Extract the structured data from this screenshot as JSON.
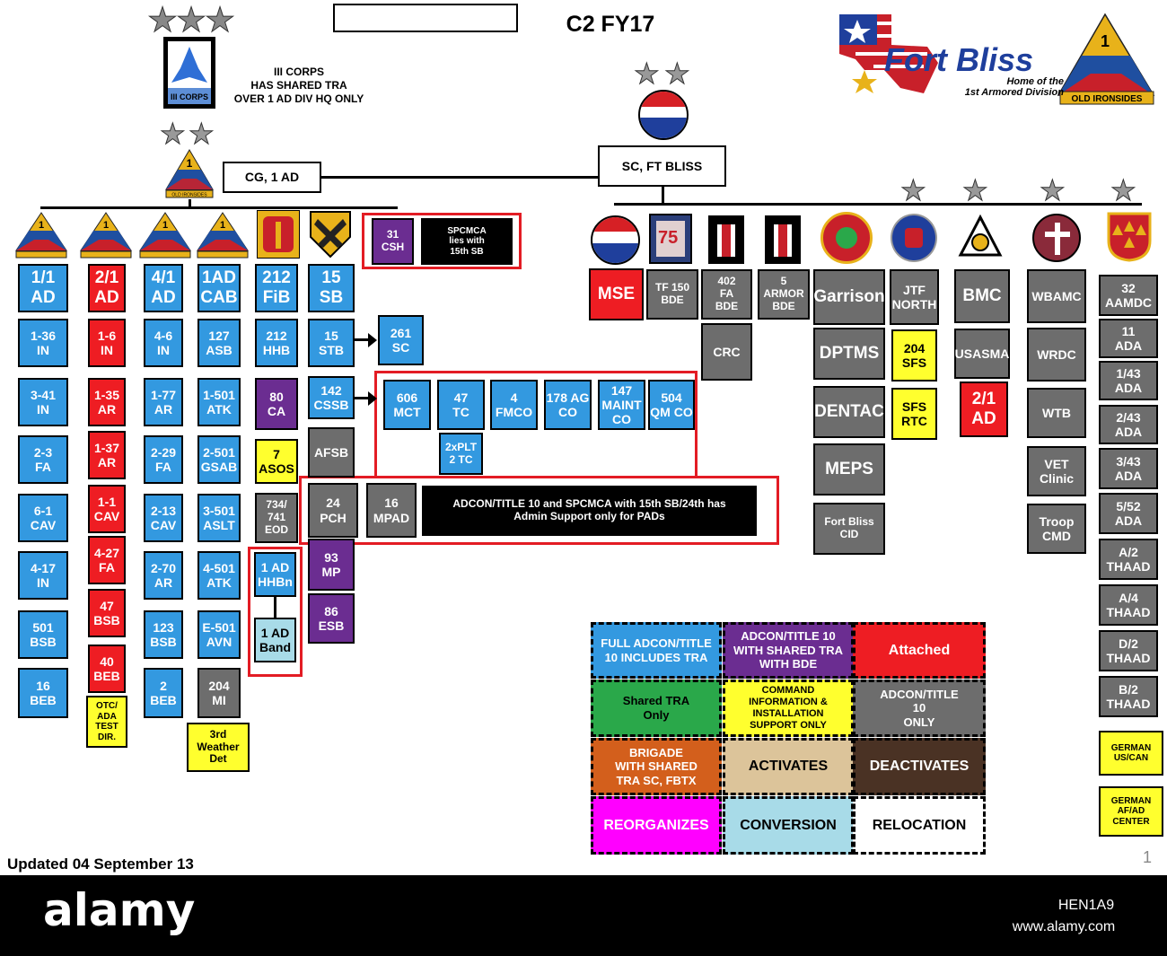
{
  "header": {
    "title": "C2 FY17",
    "updated": "Updated 04 September 13",
    "page_number": "1",
    "corps_note": "III CORPS\nHAS SHARED TRA\nOVER 1 AD DIV HQ ONLY",
    "corps_patch_text": "III CORPS",
    "cg_label": "CG, 1 AD",
    "sc_label": "SC, FT BLISS"
  },
  "logo": {
    "name": "Fort Bliss",
    "tagline": "Home of the\n1st Armored Division",
    "ribbon": "OLD IRONSIDES",
    "division_number": "1"
  },
  "patch_labels": {
    "old_ironsides": "OLD IRONSIDES",
    "tf150": "75"
  },
  "units": {
    "c1": [
      "1/1\nAD",
      "1-36\nIN",
      "3-41\nIN",
      "2-3\nFA",
      "6-1\nCAV",
      "4-17\nIN",
      "501\nBSB",
      "16\nBEB"
    ],
    "c2": [
      "2/1\nAD",
      "1-6\nIN",
      "1-35\nAR",
      "1-37\nAR",
      "1-1\nCAV",
      "4-27\nFA",
      "47\nBSB",
      "40\nBEB",
      "OTC/\nADA\nTEST\nDIR."
    ],
    "c3": [
      "4/1\nAD",
      "4-6\nIN",
      "1-77\nAR",
      "2-29\nFA",
      "2-13\nCAV",
      "2-70\nAR",
      "123\nBSB",
      "2\nBEB"
    ],
    "c4": [
      "1AD\nCAB",
      "127\nASB",
      "1-501\nATK",
      "2-501\nGSAB",
      "3-501\nASLT",
      "4-501\nATK",
      "E-501\nAVN",
      "204\nMI",
      "3rd\nWeather\nDet"
    ],
    "c5": [
      "212\nFiB",
      "212\nHHB",
      "80\nCA",
      "7\nASOS",
      "734/\n741\nEOD",
      "1 AD\nHHBn",
      "1 AD\nBand"
    ],
    "c6": [
      "15\nSB",
      "15\nSTB",
      "142\nCSSB",
      "AFSB",
      "93\nMP",
      "86\nESB"
    ],
    "csh": "31\nCSH",
    "spcmca": "SPCMCA\nlies with\n15th SB",
    "sc261": "261\nSC",
    "row_cssb": [
      "606\nMCT",
      "47\nTC",
      "4\nFMCO",
      "178  AG\nCO",
      "147\nMAINT\nCO",
      "504\nQM CO"
    ],
    "plt": "2xPLT\n2 TC",
    "pch": "24\nPCH",
    "mpad": "16\nMPAD",
    "adcon_note": "ADCON/TITLE 10 and  SPCMCA with 15th SB/24th has\nAdmin Support only for PADs",
    "mse": "MSE",
    "tf150_box": "TF 150\nBDE",
    "fa402": "402\nFA\nBDE",
    "crc": "CRC",
    "armor5": "5\nARMOR\nBDE",
    "garrison": [
      "Garrison",
      "DPTMS",
      "DENTAC",
      "MEPS",
      "Fort Bliss\nCID"
    ],
    "jtf": [
      "JTF\nNORTH",
      "204\nSFS",
      "SFS\nRTC"
    ],
    "bmc": [
      "BMC",
      "USASMA",
      "2/1\nAD"
    ],
    "wbamc": [
      "WBAMC",
      "WRDC",
      "WTB",
      "VET\nClinic",
      "Troop\nCMD"
    ],
    "aamdc": [
      "32\nAAMDC",
      "11\nADA",
      "1/43\nADA",
      "2/43\nADA",
      "3/43\nADA",
      "5/52\nADA",
      "A/2\nTHAAD",
      "A/4\nTHAAD",
      "D/2\nTHAAD",
      "B/2\nTHAAD",
      "GERMAN\nUS/CAN",
      "GERMAN\nAF/AD\nCENTER"
    ]
  },
  "legend": [
    {
      "label": "FULL ADCON/TITLE\n10 INCLUDES TRA",
      "color": "#3399e0"
    },
    {
      "label": "ADCON/TITLE 10\nWITH SHARED TRA\nWITH BDE",
      "color": "#6b2d91"
    },
    {
      "label": "Attached",
      "color": "#ee1d23"
    },
    {
      "label": "Shared TRA\nOnly",
      "color": "#2aa84a"
    },
    {
      "label": "COMMAND\nINFORMATION &\nINSTALLATION\nSUPPORT ONLY",
      "color": "#ffff2e"
    },
    {
      "label": "ADCON/TITLE\n10\nONLY",
      "color": "#6d6d6d"
    },
    {
      "label": "BRIGADE\nWITH SHARED\nTRA SC, FBTX",
      "color": "#d35f1c"
    },
    {
      "label": "ACTIVATES",
      "color": "#dcc49a"
    },
    {
      "label": "DEACTIVATES",
      "color": "#4a3224"
    },
    {
      "label": "REORGANIZES",
      "color": "#ff00ff"
    },
    {
      "label": "CONVERSION",
      "color": "#a8dbe8"
    },
    {
      "label": "RELOCATION",
      "color": "#ffffff"
    }
  ],
  "watermark": {
    "brand": "alamy",
    "image_id": "HEN1A9",
    "url": "www.alamy.com"
  },
  "colors": {
    "full_adcon": "#3399e0",
    "attached": "#ee1d23",
    "adcon_only": "#6d6d6d",
    "shared_bde": "#6b2d91",
    "support_only": "#ffff2e",
    "frame": "#e31c24"
  }
}
